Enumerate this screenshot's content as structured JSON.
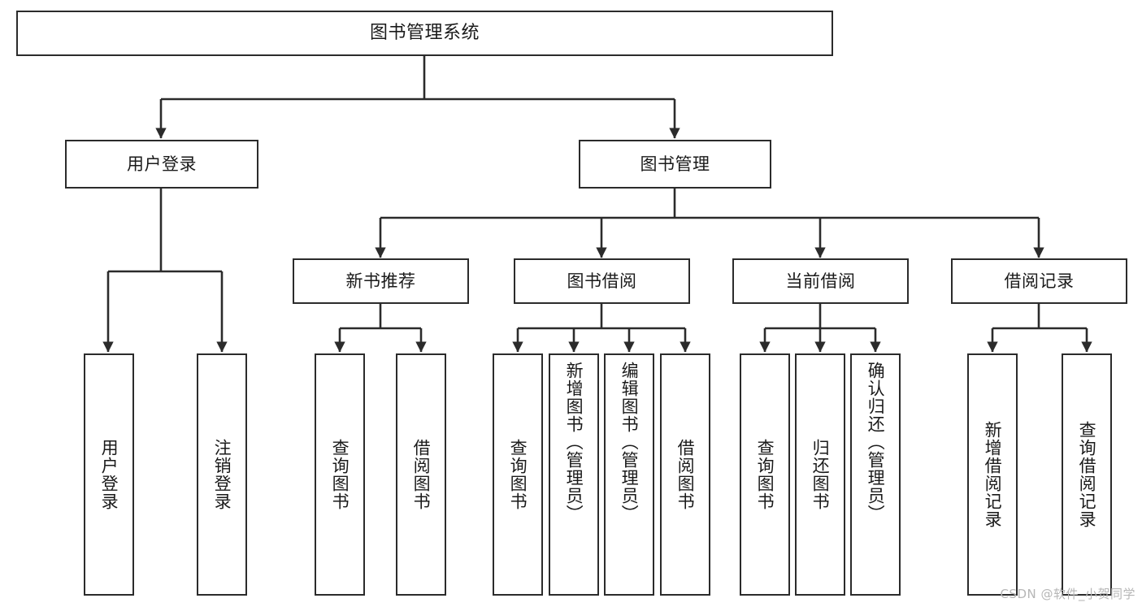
{
  "diagram": {
    "title": "图书管理系统",
    "type": "tree-hierarchy-diagram",
    "colors": {
      "box_border": "#2b2b2b",
      "box_fill": "#ffffff",
      "connector": "#2b2b2b",
      "background": "#ffffff",
      "watermark": "#b6b6b6"
    },
    "watermark": "CSDN @软件_小贺同学",
    "nodes": {
      "root": {
        "label": "图书管理系统"
      },
      "level2": [
        {
          "label": "用户登录"
        },
        {
          "label": "图书管理"
        }
      ],
      "level3": [
        {
          "label": "新书推荐"
        },
        {
          "label": "图书借阅"
        },
        {
          "label": "当前借阅"
        },
        {
          "label": "借阅记录"
        }
      ],
      "leaves_user_login": [
        {
          "label": "用户登录"
        },
        {
          "label": "注销登录"
        }
      ],
      "leaves_new_book": [
        {
          "label": "查询图书"
        },
        {
          "label": "借阅图书"
        }
      ],
      "leaves_borrow": [
        {
          "label": "查询图书"
        },
        {
          "label": "新增图书（管理员）"
        },
        {
          "label": "编辑图书（管理员）"
        },
        {
          "label": "借阅图书"
        }
      ],
      "leaves_current": [
        {
          "label": "查询图书"
        },
        {
          "label": "归还图书"
        },
        {
          "label": "确认归还（管理员）"
        }
      ],
      "leaves_records": [
        {
          "label": "新增借阅记录"
        },
        {
          "label": "查询借阅记录"
        }
      ]
    }
  }
}
